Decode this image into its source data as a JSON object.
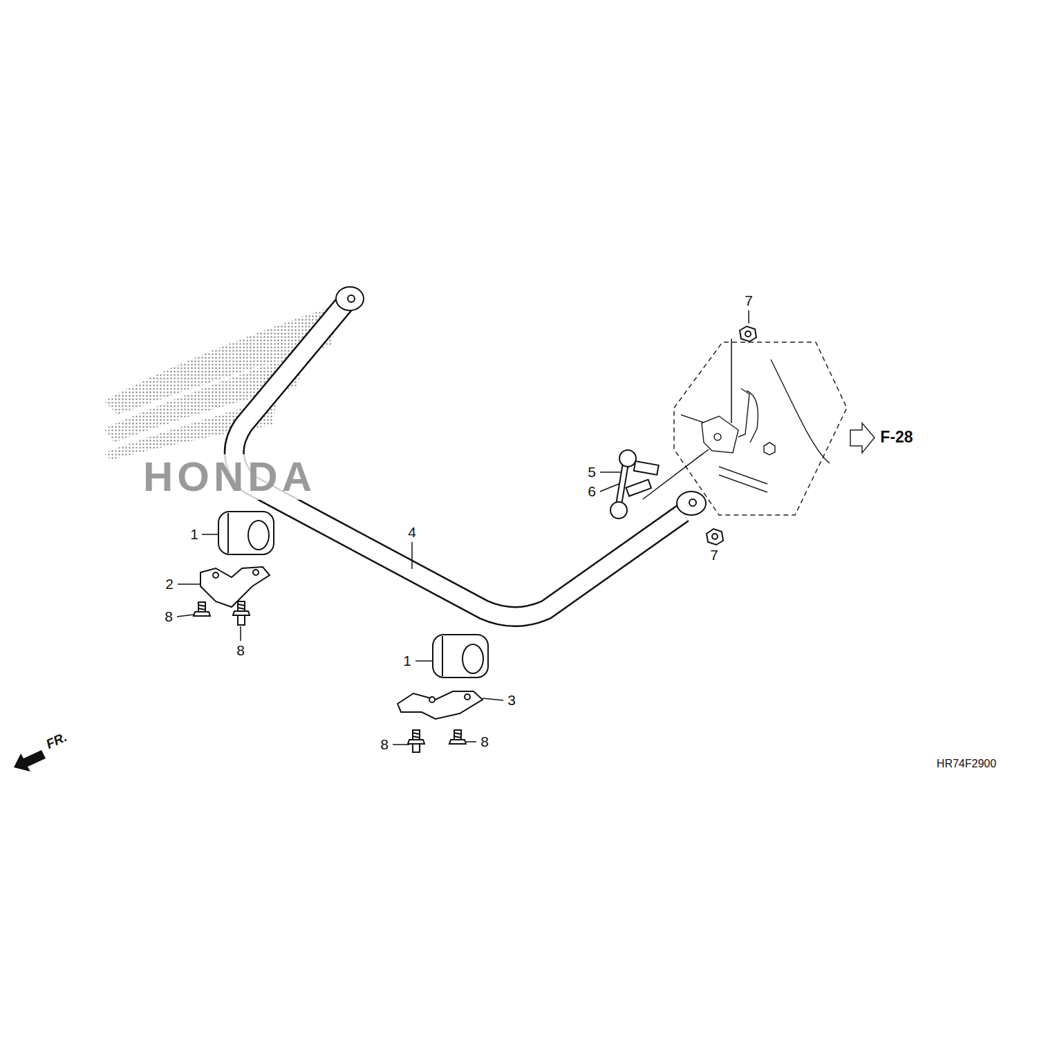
{
  "diagram": {
    "labels": [
      "7",
      "F-28",
      "5",
      "6",
      "4",
      "1",
      "7",
      "2",
      "8",
      "8",
      "1",
      "3",
      "8",
      "8",
      "FR.",
      "HR74F2900",
      "HONDA"
    ]
  }
}
